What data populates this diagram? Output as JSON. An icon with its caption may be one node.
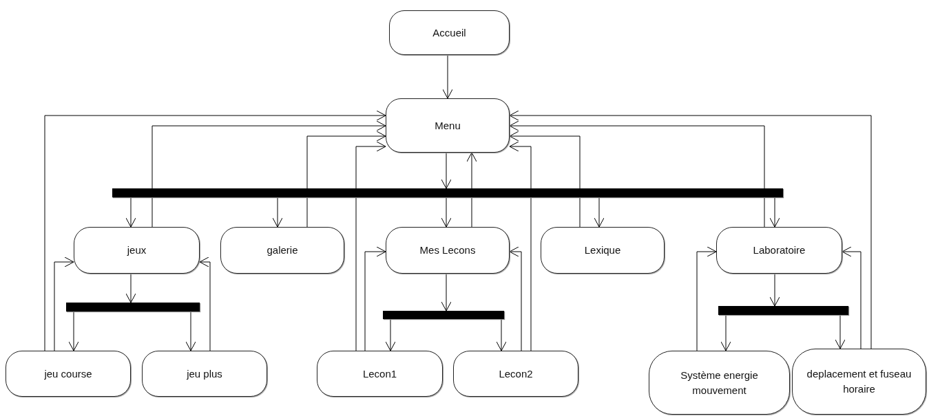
{
  "diagram": {
    "nodes": [
      {
        "text": [
          "Accueil"
        ]
      },
      {
        "text": [
          "Menu"
        ]
      },
      {
        "text": [],
        "shape": "bar"
      },
      {
        "text": [
          "jeux"
        ]
      },
      {
        "text": [
          "galerie"
        ]
      },
      {
        "text": [
          "Mes Lecons"
        ]
      },
      {
        "text": [
          "Lexique"
        ]
      },
      {
        "text": [
          "Laboratoire"
        ]
      },
      {
        "text": [],
        "shape": "bar"
      },
      {
        "text": [],
        "shape": "bar"
      },
      {
        "text": [],
        "shape": "bar"
      },
      {
        "text": [
          "jeu course"
        ]
      },
      {
        "text": [
          "jeu plus"
        ]
      },
      {
        "text": [
          "Lecon1"
        ]
      },
      {
        "text": [
          "Lecon2"
        ]
      },
      {
        "text": [
          "Système energie mouvement"
        ]
      },
      {
        "text": [
          "deplacement et fuseau horaire"
        ]
      }
    ],
    "edges": [
      {
        "from": 0,
        "to": 1,
        "arrow": "to"
      },
      {
        "from": 1,
        "to": 2,
        "arrow": "to"
      },
      {
        "from": 2,
        "to": 3,
        "arrow": "to"
      },
      {
        "from": 2,
        "to": 4,
        "arrow": "to"
      },
      {
        "from": 2,
        "to": 5,
        "arrow": "to"
      },
      {
        "from": 2,
        "to": 6,
        "arrow": "to"
      },
      {
        "from": 2,
        "to": 7,
        "arrow": "to"
      },
      {
        "from": 3,
        "to": 8,
        "arrow": "to"
      },
      {
        "from": 8,
        "to": 11,
        "arrow": "to"
      },
      {
        "from": 8,
        "to": 12,
        "arrow": "to"
      },
      {
        "from": 5,
        "to": 9,
        "arrow": "to"
      },
      {
        "from": 9,
        "to": 13,
        "arrow": "to"
      },
      {
        "from": 9,
        "to": 14,
        "arrow": "to"
      },
      {
        "from": 7,
        "to": 10,
        "arrow": "to"
      },
      {
        "from": 10,
        "to": 15,
        "arrow": "to"
      },
      {
        "from": 10,
        "to": 16,
        "arrow": "to"
      },
      {
        "from": 11,
        "to": 3,
        "arrow": "to"
      },
      {
        "from": 12,
        "to": 3,
        "arrow": "to"
      },
      {
        "from": 13,
        "to": 5,
        "arrow": "to"
      },
      {
        "from": 14,
        "to": 5,
        "arrow": "to"
      },
      {
        "from": 15,
        "to": 7,
        "arrow": "to"
      },
      {
        "from": 16,
        "to": 7,
        "arrow": "to"
      },
      {
        "from": 11,
        "to": 1,
        "arrow": "to"
      },
      {
        "from": 3,
        "to": 1,
        "arrow": "to"
      },
      {
        "from": 4,
        "to": 1,
        "arrow": "to"
      },
      {
        "from": 13,
        "to": 1,
        "arrow": "to"
      },
      {
        "from": 5,
        "to": 1,
        "arrow": "to"
      },
      {
        "from": 6,
        "to": 1,
        "arrow": "to"
      },
      {
        "from": 7,
        "to": 1,
        "arrow": "to"
      },
      {
        "from": 14,
        "to": 1,
        "arrow": "to"
      },
      {
        "from": 16,
        "to": 1,
        "arrow": "to"
      }
    ]
  }
}
